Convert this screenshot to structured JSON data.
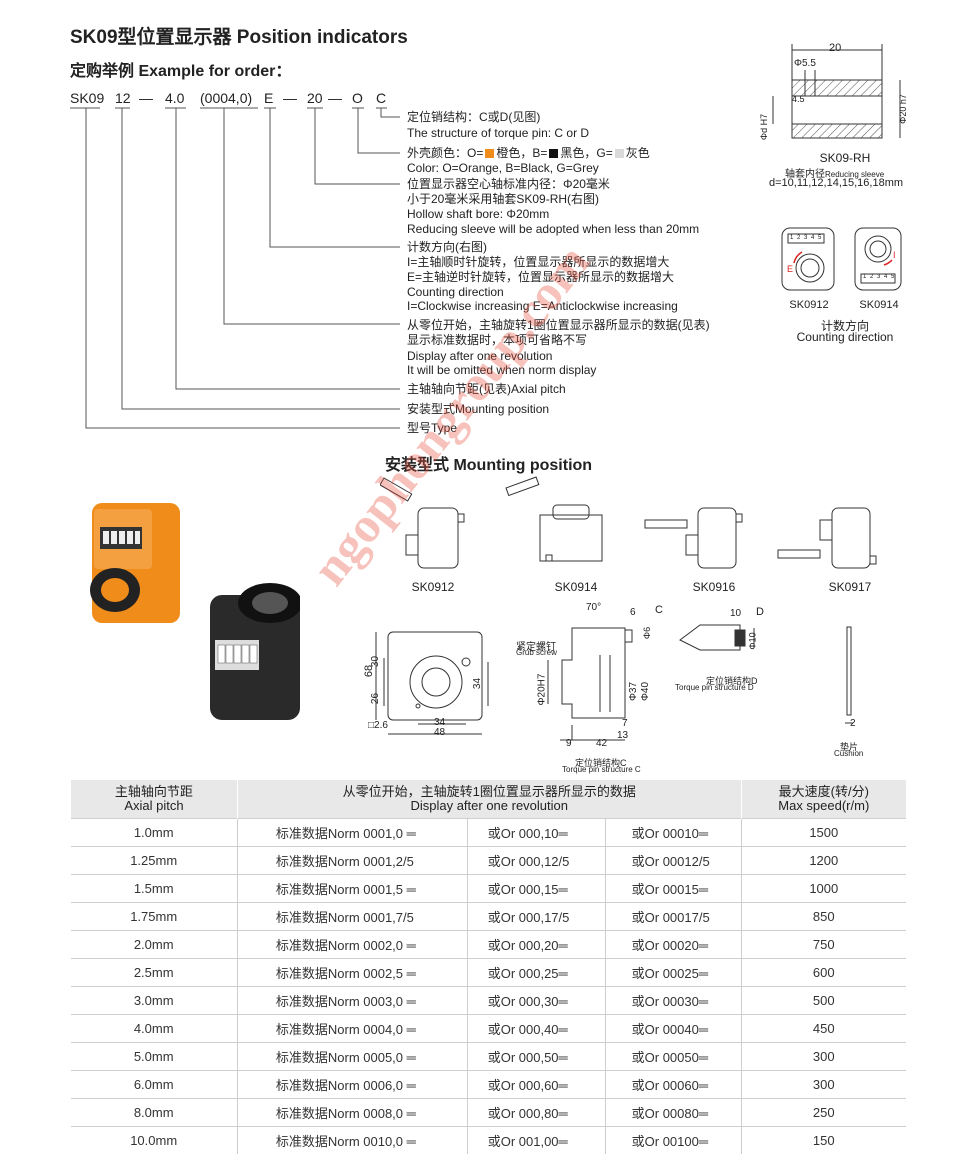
{
  "title": "SK09型位置显示器 Position indicators",
  "subtitle": "定购举例 Example for order：",
  "order_code": [
    "SK09",
    "12",
    "—",
    "4.0",
    "(0004,0)",
    "E",
    "—",
    "20",
    "—",
    "O",
    "C"
  ],
  "explanations": {
    "pin_cn": "定位销结构：C或D(见图)",
    "pin_en": "The structure of torque pin: C or D",
    "color_cn_a": "外壳颜色：O=",
    "color_cn_b": "橙色，B=",
    "color_cn_c": "黑色，G=",
    "color_cn_d": "灰色",
    "color_en": "Color: O=Orange, B=Black, G=Grey",
    "bore_cn1": "位置显示器空心轴标准内径：Φ20毫米",
    "bore_cn2": "小于20毫米采用轴套SK09-RH(右图)",
    "bore_en1": "Hollow shaft bore: Φ20mm",
    "bore_en2": "Reducing sleeve will be adopted when less than 20mm",
    "dir_cn1": "计数方向(右图)",
    "dir_cn2": "I=主轴顺时针旋转，位置显示器所显示的数据增大",
    "dir_cn3": "E=主轴逆时针旋转，位置显示器所显示的数据增大",
    "dir_en1": "Counting direction",
    "dir_en2": "I=Clockwise increasing     E=Anticlockwise increasing",
    "rev_cn1": "从零位开始，主轴旋转1圈位置显示器所显示的数据(见表)",
    "rev_cn2": "显示标准数据时，本项可省略不写",
    "rev_en1": "Display after one revolution",
    "rev_en2": "It will be omitted when norm display",
    "pitch": "主轴轴向节距(见表)Axial pitch",
    "mount": "安装型式Mounting position",
    "type": "型号Type"
  },
  "colors": {
    "orange": "#f08c1a",
    "black": "#111111",
    "grey": "#d9d9d9",
    "blue_bar": "#2aa6e0",
    "orange_bar": "#f08c1a"
  },
  "sleeve": {
    "dim_top": "20",
    "dim_phi": "Φ5.5",
    "dim_45": "4.5",
    "dim_left": "Φd H7",
    "dim_right": "Φ20 h7",
    "name": "SK09-RH",
    "cap_cn": "轴套内径",
    "cap_en": "Reducing sleeve",
    "sizes": "d=10,11,12,14,15,16,18mm"
  },
  "direction": {
    "left_label": "SK0912",
    "right_label": "SK0914",
    "cap_cn": "计数方向",
    "cap_en": "Counting direction",
    "mark_e": "E",
    "mark_i": "I",
    "digits": "1 2 3 4 5"
  },
  "mounting": {
    "heading": "安装型式 Mounting position",
    "labels": [
      "SK0912",
      "SK0914",
      "SK0916",
      "SK0917"
    ],
    "digits": "1 2 3 4 5"
  },
  "drawing": {
    "d68": "68",
    "d30": "30",
    "d26": "26",
    "d34v": "34",
    "d34h": "34",
    "d48": "48",
    "d26sq": "□2.6",
    "angle": "70°",
    "d6": "6",
    "c": "C",
    "phi6": "Φ6",
    "grub_cn": "紧定螺钉",
    "grub_en": "Grub screw",
    "phi20": "Φ20H7",
    "phi37": "Φ37",
    "phi40": "Φ40",
    "d7": "7",
    "d13": "13",
    "d9": "9",
    "d42": "42",
    "pin_c_cn": "定位销结构C",
    "pin_c_en": "Torque pin structure C",
    "d10": "10",
    "d": "D",
    "phi10": "Φ10",
    "pin_d_cn": "定位销结构D",
    "pin_d_en": "Torque pin structure D",
    "d2": "2",
    "cushion_cn": "垫片",
    "cushion_en": "Cushion"
  },
  "watermark": "ngophongroup.com",
  "table": {
    "headers": {
      "pitch_cn": "主轴轴向节距",
      "pitch_en": "Axial pitch",
      "disp_cn": "从零位开始，主轴旋转1圈位置显示器所显示的数据",
      "disp_en": "Display after one revolution",
      "speed_cn": "最大速度(转/分)",
      "speed_en": "Max speed(r/m)"
    },
    "rows": [
      [
        "1.0mm",
        "标准数据Norm 0001,0 ═",
        "或Or 000,10═",
        "或Or 00010═",
        "1500"
      ],
      [
        "1.25mm",
        "标准数据Norm 0001,2/5",
        "或Or 000,12/5",
        "或Or 00012/5",
        "1200"
      ],
      [
        "1.5mm",
        "标准数据Norm 0001,5 ═",
        "或Or 000,15═",
        "或Or 00015═",
        "1000"
      ],
      [
        "1.75mm",
        "标准数据Norm 0001,7/5",
        "或Or 000,17/5",
        "或Or 00017/5",
        "850"
      ],
      [
        "2.0mm",
        "标准数据Norm 0002,0 ═",
        "或Or 000,20═",
        "或Or 00020═",
        "750"
      ],
      [
        "2.5mm",
        "标准数据Norm 0002,5 ═",
        "或Or 000,25═",
        "或Or 00025═",
        "600"
      ],
      [
        "3.0mm",
        "标准数据Norm 0003,0 ═",
        "或Or 000,30═",
        "或Or 00030═",
        "500"
      ],
      [
        "4.0mm",
        "标准数据Norm 0004,0 ═",
        "或Or 000,40═",
        "或Or 00040═",
        "450"
      ],
      [
        "5.0mm",
        "标准数据Norm 0005,0 ═",
        "或Or 000,50═",
        "或Or 00050═",
        "300"
      ],
      [
        "6.0mm",
        "标准数据Norm 0006,0 ═",
        "或Or 000,60═",
        "或Or 00060═",
        "300"
      ],
      [
        "8.0mm",
        "标准数据Norm 0008,0 ═",
        "或Or 000,80═",
        "或Or 00080═",
        "250"
      ],
      [
        "10.0mm",
        "标准数据Norm 0010,0 ═",
        "或Or 001,00═",
        "或Or 00100═",
        "150"
      ]
    ]
  }
}
